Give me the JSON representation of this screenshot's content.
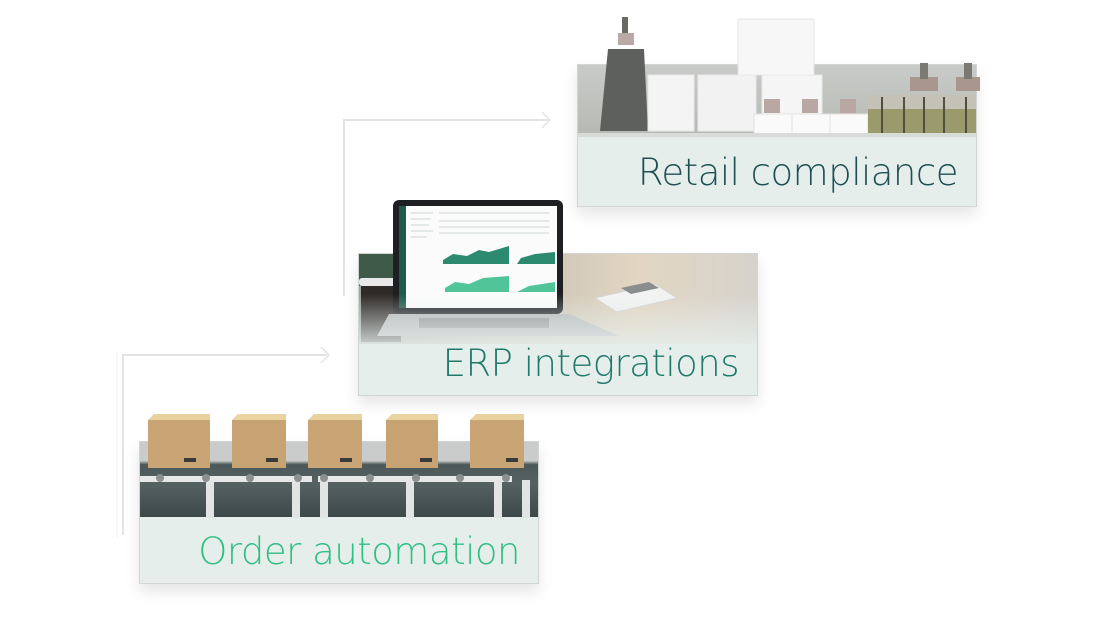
{
  "diagram": {
    "steps": [
      {
        "id": "order-automation",
        "label": "Order automation",
        "image": "conveyor-belt-with-boxes",
        "label_color": "#2fbf83"
      },
      {
        "id": "erp-integrations",
        "label": "ERP integrations",
        "image": "laptop-dashboard-on-desk",
        "label_color": "#1f7a6a"
      },
      {
        "id": "retail-compliance",
        "label": "Retail compliance",
        "image": "retail-shelf-products",
        "label_color": "#1e4f52"
      }
    ],
    "connectors": [
      {
        "from": "order-automation",
        "to": "erp-integrations",
        "icon": "elbow-arrow-right"
      },
      {
        "from": "erp-integrations",
        "to": "retail-compliance",
        "icon": "elbow-arrow-right"
      }
    ],
    "colors": {
      "panel": "#e6eeec",
      "connector": "#e2e2e2"
    }
  }
}
